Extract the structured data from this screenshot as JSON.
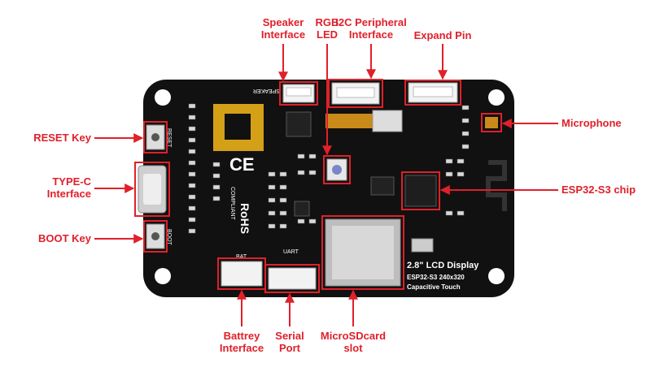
{
  "labels": {
    "speaker": [
      "Speaker",
      "Interface"
    ],
    "rgb_led": [
      "RGB",
      "LED"
    ],
    "i2c": [
      "I2C Peripheral",
      "Interface"
    ],
    "expand": [
      "Expand Pin"
    ],
    "reset": [
      "RESET Key"
    ],
    "typec": [
      "TYPE-C",
      "Interface"
    ],
    "boot": [
      "BOOT Key"
    ],
    "microphone": [
      "Microphone"
    ],
    "esp32": [
      "ESP32-S3 chip"
    ],
    "battery": [
      "Battrey",
      "Interface"
    ],
    "serial": [
      "Serial",
      "Port"
    ],
    "sd": [
      "MicroSDcard",
      "slot"
    ]
  },
  "silkscreen": {
    "speaker": "SPEAKER",
    "reset": "RESET",
    "boot": "BOOT",
    "bat": "BAT",
    "uart": "UART",
    "rohs": "RoHS",
    "compliant": "COMPLIANT",
    "ce": "CE",
    "display_title": "2.8\" LCD Display",
    "display_model": "ESP32-S3  240x320",
    "display_touch": "Capacitive Touch"
  },
  "colors": {
    "annotation": "#e0202a",
    "board": "#111111",
    "silk": "#ffffff",
    "gold": "#d4a017"
  }
}
